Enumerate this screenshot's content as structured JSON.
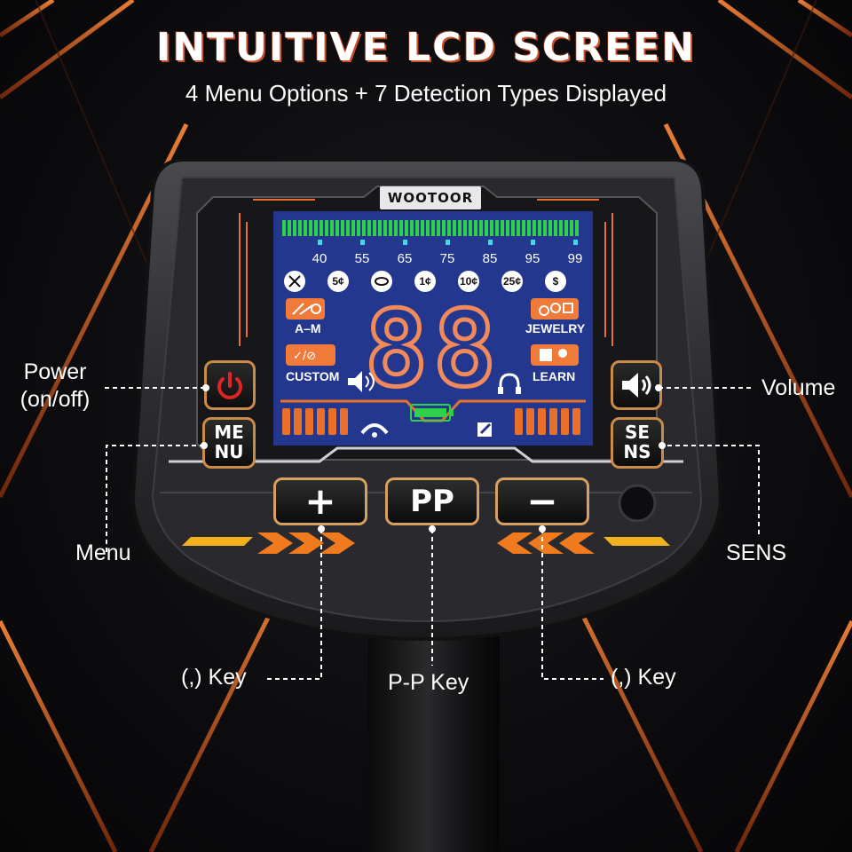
{
  "header": {
    "title": "INTUITIVE LCD SCREEN",
    "subtitle": "4 Menu Options + 7 Detection Types Displayed"
  },
  "device": {
    "brand": "WOOTOOR",
    "scale_numbers": [
      "40",
      "55",
      "65",
      "75",
      "85",
      "95",
      "99"
    ],
    "coin_icons": [
      "nail-icon",
      "5¢",
      "bottle-cap-icon",
      "1¢",
      "10¢",
      "25¢",
      "$"
    ],
    "modes": {
      "all_metal": "A–M",
      "jewelry": "JEWELRY",
      "custom": "CUSTOM",
      "learn": "LEARN"
    },
    "display_value": "88",
    "battery_level": 1.0,
    "keys": {
      "menu_top": "ME",
      "menu_bottom": "NU",
      "sens_top": "SE",
      "sens_bottom": "NS",
      "plus": "+",
      "pp": "PP",
      "minus": "−"
    }
  },
  "callouts": {
    "power": "Power\n(on/off)",
    "volume": "Volume",
    "menu": "Menu",
    "sens": "SENS",
    "plus_key": "(,) Key",
    "pp_key": "P-P Key",
    "minus_key": "(,) Key"
  },
  "colors": {
    "accent_orange": "#e8702a",
    "lcd_blue": "#24378f",
    "lcd_green": "#2fd14a",
    "segment_orange": "#f08a5a"
  }
}
